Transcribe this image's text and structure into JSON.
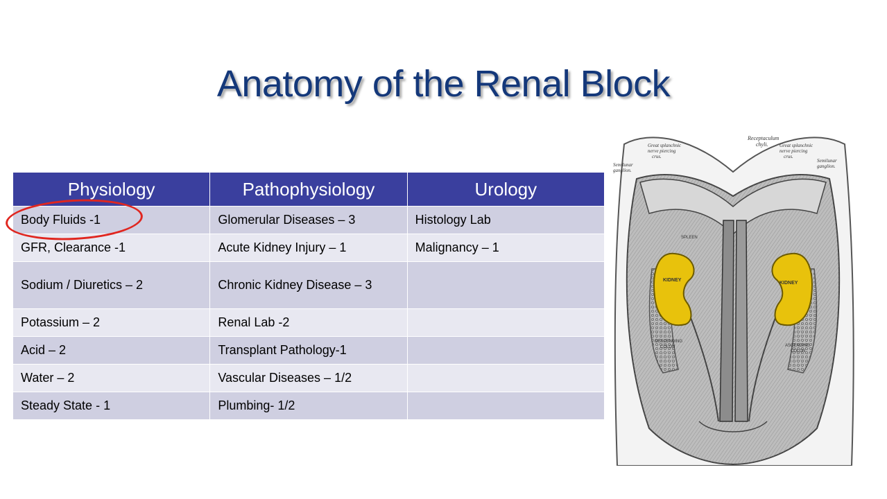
{
  "slide": {
    "title": "Anatomy of the Renal Block"
  },
  "table": {
    "headers": [
      "Physiology",
      "Pathophysiology",
      "Urology"
    ],
    "rows": [
      [
        "Body Fluids -1",
        "Glomerular Diseases – 3",
        "Histology Lab"
      ],
      [
        "GFR, Clearance -1",
        "Acute Kidney Injury – 1",
        "Malignancy – 1"
      ],
      [
        "Sodium / Diuretics – 2",
        "Chronic Kidney Disease – 3",
        ""
      ],
      [
        "Potassium – 2",
        "Renal Lab -2",
        ""
      ],
      [
        "Acid – 2",
        "Transplant Pathology-1",
        ""
      ],
      [
        "Water – 2",
        "Vascular Diseases – 1/2",
        ""
      ],
      [
        "Steady State - 1",
        "Plumbing- 1/2",
        ""
      ]
    ]
  },
  "illustration": {
    "labels": {
      "receptaculum": "Receptaculum chyli.",
      "great_splanchnic_left": "Great splanchnic nerve piercing crus.",
      "great_splanchnic_right": "Great splanchnic nerve piercing crus.",
      "semilunar_left": "Semilunar ganglion.",
      "semilunar_right": "Semilunar ganglion.",
      "spleen": "SPLEEN",
      "kidney_left": "KIDNEY",
      "kidney_right": "KIDNEY",
      "descending_colon": "DESCENDING COLON",
      "ascending_colon": "ASCENDING COLON"
    },
    "colors": {
      "kidney": "#e8c20c",
      "ink": "#4a4a4a"
    }
  },
  "annotation": {
    "circle_color": "#e0261f"
  }
}
